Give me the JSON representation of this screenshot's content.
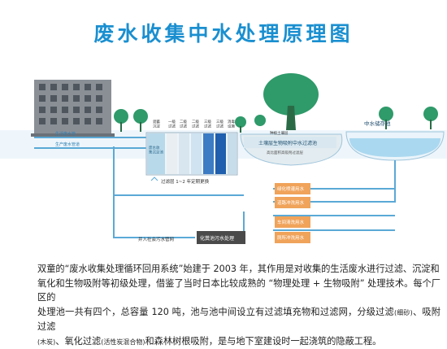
{
  "title": "废水收集中水处理原理图",
  "diagram": {
    "building": {
      "label_top": "生活废水管",
      "label_bottom": "生产废水管道"
    },
    "tanks": [
      {
        "label": "调蓄\n沉淀"
      },
      {
        "label": "一级\n过滤"
      },
      {
        "label": "二级\n过滤"
      },
      {
        "label": "二级\n过滤"
      },
      {
        "label": "三级\n过滤"
      },
      {
        "label": "三级\n过滤"
      },
      {
        "label": "消毒\n设施"
      }
    ],
    "first_tank_inner": "废水收\n集沉淀池",
    "filter_note": "过滤层 1~2 年定期更换",
    "soil_top": "种植土壤层",
    "soil_title": "土壤层生物吸附中水过滤池",
    "soil_sub": "高比面积高吸附过滤层",
    "storage_label": "中水储存池",
    "right_boxes": [
      "绿化喷灌用水",
      "道路冲洗用水",
      "车间清洗用水",
      "厕所冲洗用水"
    ],
    "septic_label": "化粪池污水处理",
    "sewer_label": "并入社会污水管网"
  },
  "caption": {
    "line1": "双童的“废水收集处理循环回用系统”始建于 2003 年，其作用是对收集的生活废水进行过滤、沉淀和",
    "line2": "氧化和生物吸附等初级处理，借鉴了当时日本比较成熟的 “物理处理 + 生物吸附” 处理技术。每个厂区的",
    "line3": "处理池一共有四个，总容量 120 吨，池与池中间设立有过滤填充物和过滤网，分级过滤",
    "small1": "(细砂)",
    "line3b": "、吸附过滤",
    "small2": "(木炭)",
    "line4a": "、氧化过滤",
    "small3": "(活性炭混合物)",
    "line4b": "和森林树根吸附，是与地下室建设时一起浇筑的隐蔽工程。"
  },
  "colors": {
    "title": "#1a8fd0",
    "pipe": "#5aa9d6",
    "water": "#9fd3ee",
    "orange": "#f0a35a",
    "ground": "#d9cba8"
  }
}
